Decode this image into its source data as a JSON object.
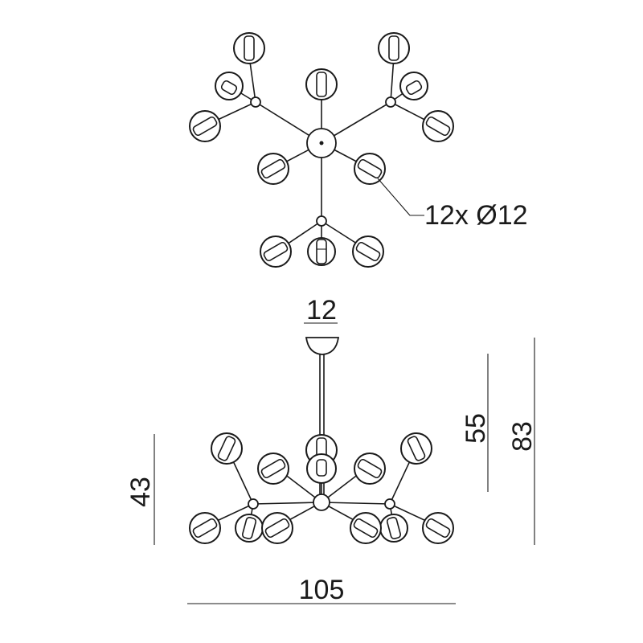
{
  "dimensions": {
    "bulbs_label": "12x Ø12",
    "canopy_width": "12",
    "body_height": "55",
    "total_height": "83",
    "fixture_height": "43",
    "fixture_width": "105"
  }
}
